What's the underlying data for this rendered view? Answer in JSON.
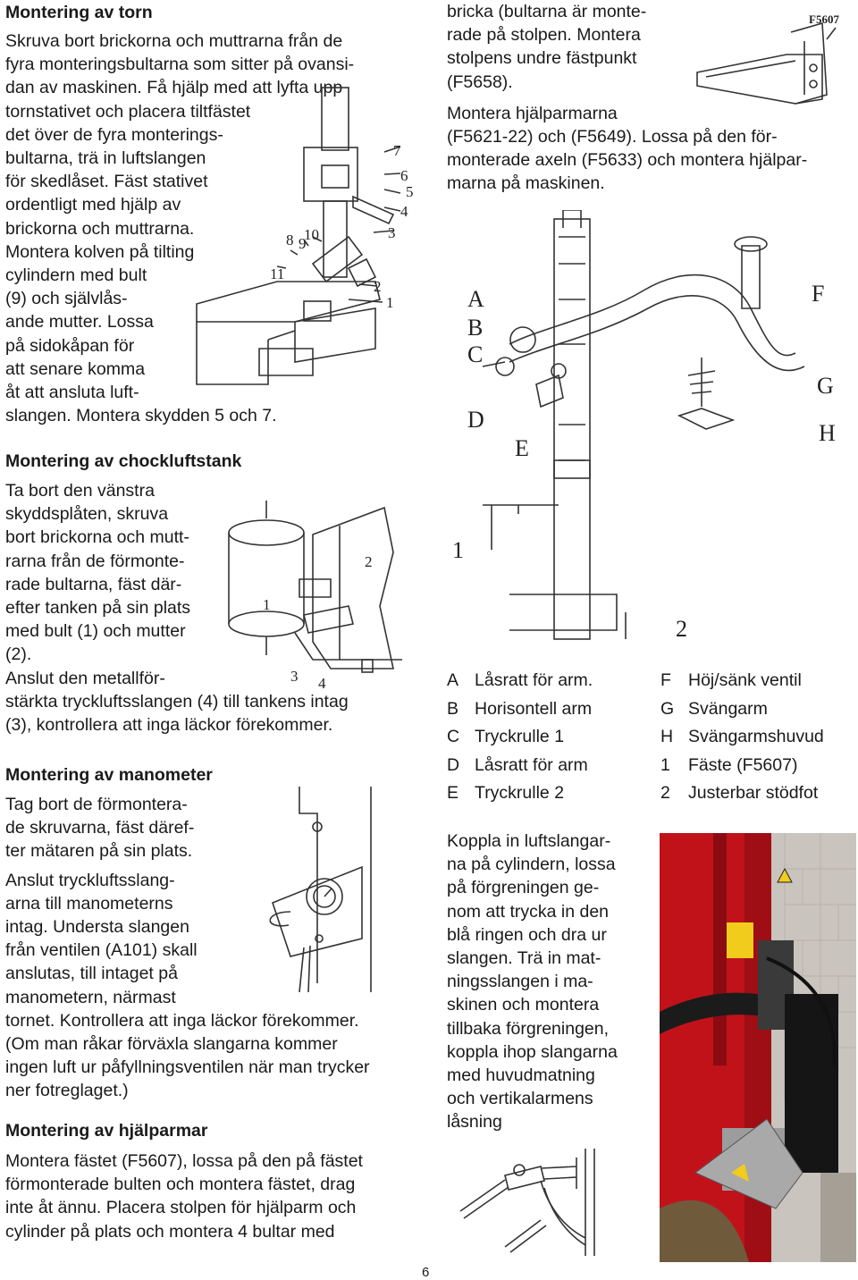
{
  "left": {
    "torn": {
      "heading": "Montering av torn",
      "lines": [
        "Skruva bort brickorna och muttrarna från de",
        "fyra monteringsbultarna som sitter på ovansi-",
        "dan av maskinen. Få hjälp med att lyfta upp",
        "tornstativet och placera tiltfästet",
        "det över de fyra monterings-",
        "bultarna, trä in luftslangen",
        "för skedlåset. Fäst stativet",
        "ordentligt med hjälp av",
        "brickorna och muttrarna.",
        "Montera kolven på tilting",
        "cylindern med bult",
        "(9) och självlås-",
        "ande mutter. Lossa",
        "på sidokåpan för",
        "att senare komma",
        "åt att ansluta luft-",
        "slangen. Montera skydden 5 och 7."
      ],
      "figure_labels": [
        "7",
        "6",
        "5",
        "4",
        "3",
        "10",
        "9",
        "8",
        "11",
        "2",
        "1"
      ]
    },
    "chock": {
      "heading": "Montering av chockluftstank",
      "lines": [
        "Ta bort den vänstra",
        "skyddsplåten, skruva",
        "bort brickorna och mutt-",
        "rarna från de förmonte-",
        "rade bultarna, fäst där-",
        "efter tanken på sin plats",
        "med bult (1) och mutter",
        "(2).",
        "Anslut den metallför-",
        "stärkta tryckluftsslangen (4) till tankens intag",
        "(3), kontrollera att inga läckor förekommer."
      ],
      "figure_labels": [
        "1",
        "2",
        "3",
        "4"
      ]
    },
    "manometer": {
      "heading": "Montering av manometer",
      "lines_a": [
        "Tag bort de förmontera-",
        "de skruvarna, fäst däref-",
        "ter mätaren på sin plats."
      ],
      "lines_b": [
        "Anslut tryckluftsslang-",
        "arna till manometerns",
        "intag. Understa slangen",
        "från ventilen (A101) skall",
        "anslutas, till intaget på",
        "manometern, närmast",
        "tornet. Kontrollera att inga läckor förekommer.",
        "(Om man råkar förväxla slangarna kommer",
        "ingen luft ur påfyllningsventilen när man trycker",
        "ner fotreglaget.)"
      ]
    },
    "hjalparmar": {
      "heading": "Montering av hjälparmar",
      "lines": [
        "Montera fästet (F5607), lossa på den på fästet",
        "förmonterade bulten och montera fästet, drag",
        "inte åt ännu. Placera stolpen för hjälparm och",
        "cylinder på plats och montera 4 bultar med"
      ]
    }
  },
  "right": {
    "intro_lines": [
      "bricka (bultarna är monte-",
      "rade på stolpen. Montera",
      "stolpens undre fästpunkt",
      "(F5658)."
    ],
    "para2_lines": [
      "Montera hjälparmarna",
      "(F5621-22) och (F5649). Lossa på den för-",
      "monterade axeln (F5633) och montera hjälpar-",
      "marna på maskinen."
    ],
    "bracket_label": "F5607",
    "diagram_labels": [
      "A",
      "B",
      "C",
      "D",
      "E",
      "F",
      "G",
      "H",
      "1",
      "2"
    ],
    "legend": [
      {
        "key": "A",
        "text": "Låsratt för arm."
      },
      {
        "key": "B",
        "text": "Horisontell arm"
      },
      {
        "key": "C",
        "text": "Tryckrulle 1"
      },
      {
        "key": "D",
        "text": "Låsratt för arm"
      },
      {
        "key": "E",
        "text": "Tryckrulle 2"
      },
      {
        "key": "F",
        "text": "Höj/sänk ventil"
      },
      {
        "key": "G",
        "text": "Svängarm"
      },
      {
        "key": "H",
        "text": "Svängarmshuvud"
      },
      {
        "key": "1",
        "text": "Fäste (F5607)"
      },
      {
        "key": "2",
        "text": "Justerbar stödfot"
      }
    ],
    "para3_lines": [
      "Koppla in luftslangar-",
      "na på cylindern, lossa",
      "på förgreningen ge-",
      "nom att trycka in den",
      "blå ringen och dra ur",
      "slangen. Trä in mat-",
      "ningsslangen i ma-",
      "skinen och montera",
      "tillbaka förgreningen,",
      "koppla ihop slangarna",
      "med huvudmatning",
      "och vertikalarmens",
      "låsning"
    ]
  },
  "page_number": "6"
}
